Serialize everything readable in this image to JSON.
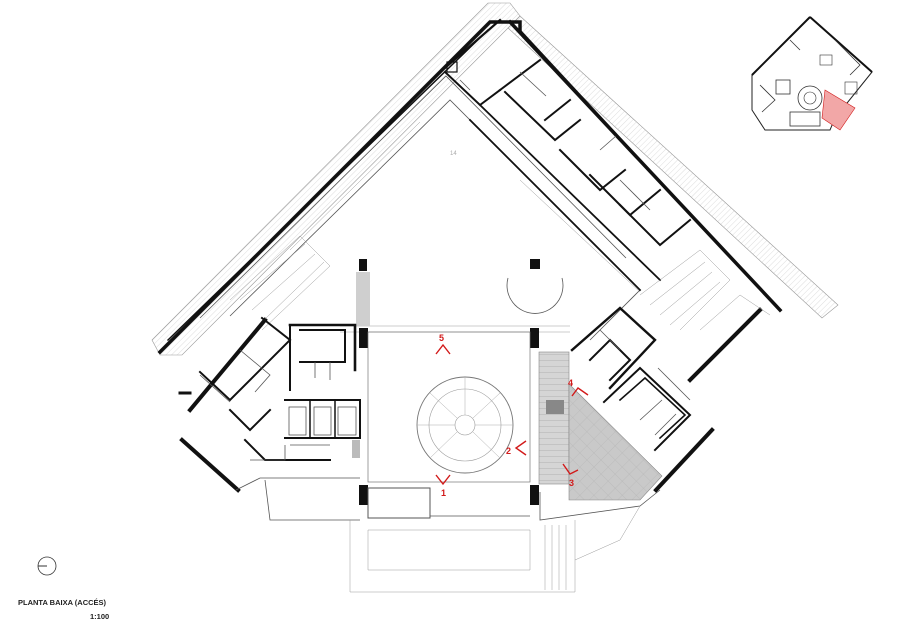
{
  "drawing": {
    "title": "PLANTA BAIXA (ACCÉS)",
    "scale": "1:100",
    "room_number": "14"
  },
  "view_markers": [
    {
      "label": "1"
    },
    {
      "label": "2"
    },
    {
      "label": "3"
    },
    {
      "label": "4"
    },
    {
      "label": "5"
    }
  ],
  "colors": {
    "walls": "#111111",
    "markers": "#d21a1a",
    "highlight": "#f2a7a7",
    "paving": "#c8c8c8"
  }
}
